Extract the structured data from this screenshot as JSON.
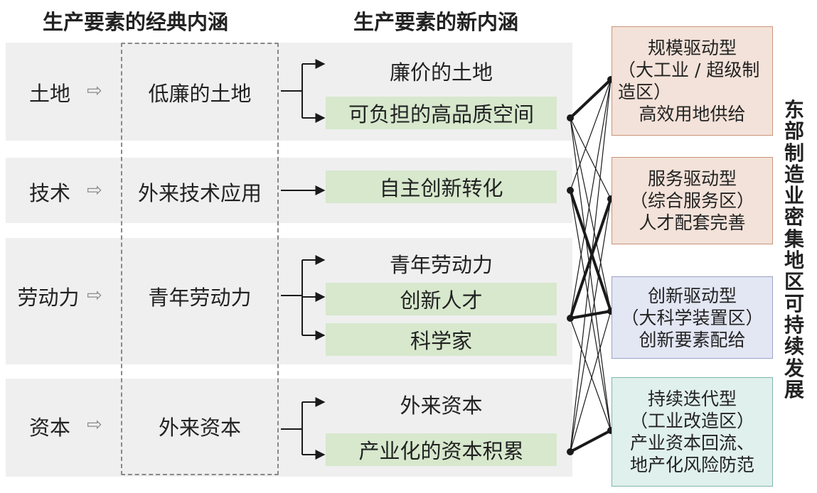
{
  "header": {
    "classic_title": "生产要素的经典内涵",
    "new_title": "生产要素的新内涵"
  },
  "factors": [
    {
      "name": "土地",
      "classic": "低廉的土地",
      "new_items": [
        "廉价的土地",
        "可负担的高品质空间"
      ]
    },
    {
      "name": "技术",
      "classic": "外来技术应用",
      "new_items": [
        "自主创新转化"
      ]
    },
    {
      "name": "劳动力",
      "classic": "青年劳动力",
      "new_items": [
        "青年劳动力",
        "创新人才",
        "科学家"
      ]
    },
    {
      "name": "资本",
      "classic": "外来资本",
      "new_items": [
        "外来资本",
        "产业化的资本积累"
      ]
    }
  ],
  "arrow_glyph": "⇨",
  "types": [
    {
      "lines": [
        "规模驱动型",
        "（大工业 / 超级制",
        "造区）",
        "高效用地供给"
      ],
      "fill": "#f3e2d9",
      "border": "#c9957a"
    },
    {
      "lines": [
        "服务驱动型",
        "（综合服务区）",
        "人才配套完善"
      ],
      "fill": "#f3e2d9",
      "border": "#c9957a"
    },
    {
      "lines": [
        "创新驱动型",
        "（大科学装置区）",
        "创新要素配给"
      ],
      "fill": "#e3e6f3",
      "border": "#9aa3c8"
    },
    {
      "lines": [
        "持续迭代型",
        "（工业改造区）",
        "产业资本回流、",
        "地产化风险防范"
      ],
      "fill": "#e0f0ec",
      "border": "#7fb7a9"
    }
  ],
  "vertical_title": "东部制造业密集地区可持续发展",
  "colors": {
    "band": "#efefef",
    "green": "#d7e8cd",
    "line": "#1a1a1a",
    "dash": "#888888"
  }
}
